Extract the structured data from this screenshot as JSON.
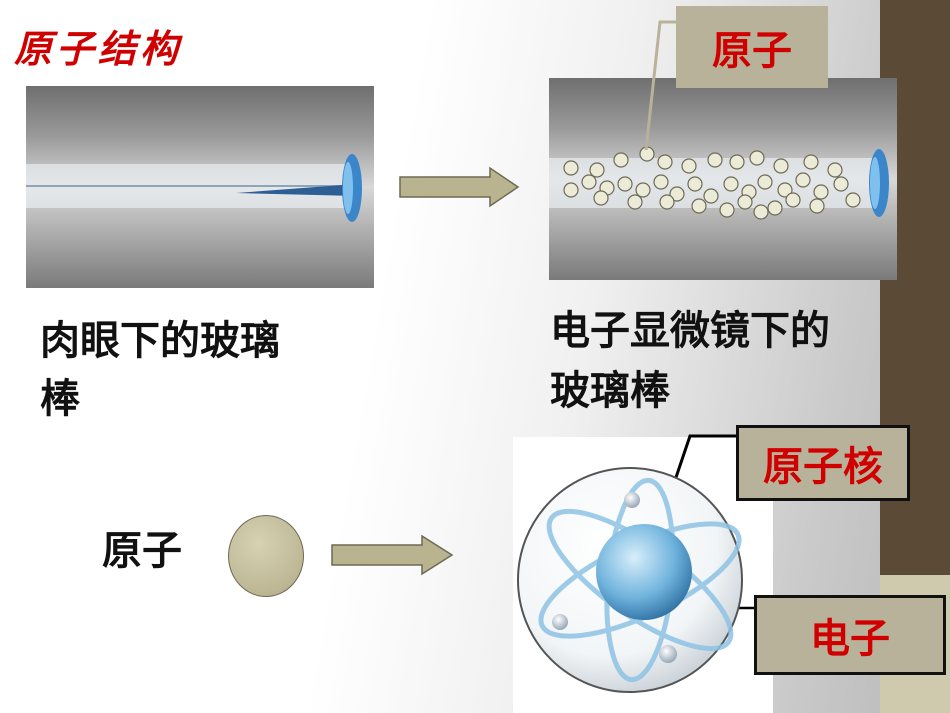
{
  "title": "原子结构",
  "labels": {
    "atom_top": "原子",
    "nucleus": "原子核",
    "electron": "电子"
  },
  "captions": {
    "naked_eye_line1": "肉眼下的玻璃",
    "naked_eye_line2": "棒",
    "microscope_line1": "电子显微镜下的",
    "microscope_line2": "玻璃棒",
    "atom": "原子"
  },
  "colors": {
    "title": "#d10000",
    "label_text": "#d10000",
    "label_bg_top": "#b8b29a",
    "arrow_fill": "#b9b48f",
    "sidebar": "#5a4a36"
  }
}
